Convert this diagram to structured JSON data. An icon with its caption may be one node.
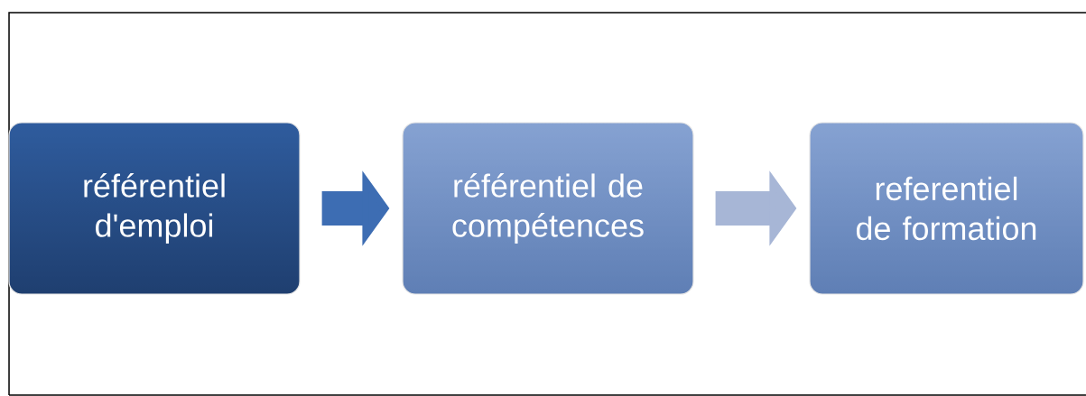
{
  "diagram": {
    "nodes": [
      {
        "text": [
          "référentiel d'emploi"
        ]
      },
      {
        "text": [
          "référentiel de compétences"
        ]
      },
      {
        "text": [
          "referentiel de formation"
        ]
      }
    ],
    "edges": [
      {
        "from": 0,
        "to": 1,
        "arrow": "to",
        "color": "#3d6db3"
      },
      {
        "from": 1,
        "to": 2,
        "arrow": "to",
        "color": "#a7b6d6"
      }
    ]
  }
}
